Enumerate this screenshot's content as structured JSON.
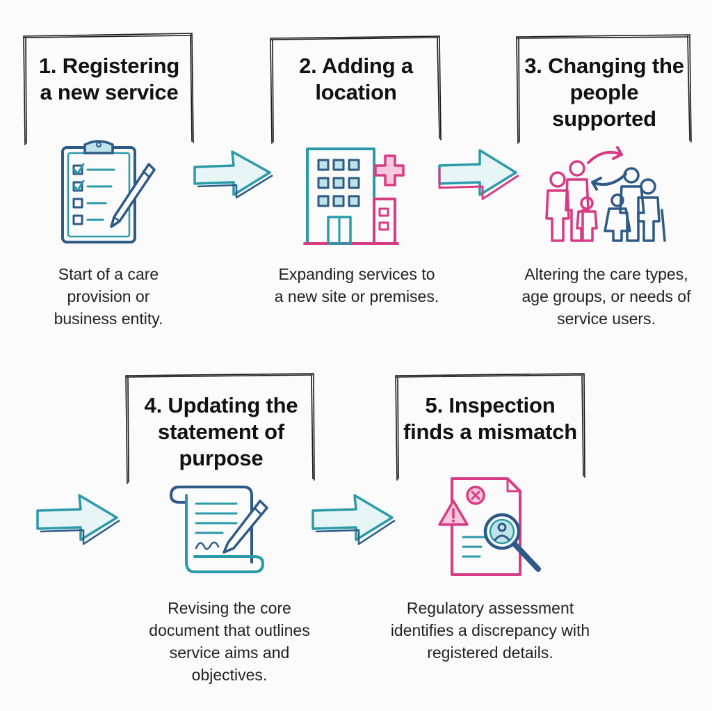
{
  "steps": [
    {
      "title": "1. Registering a new service",
      "description": "Start of a care provision or business entity."
    },
    {
      "title": "2. Adding a location",
      "description": "Expanding services to a new site or premises."
    },
    {
      "title": "3. Changing the people supported",
      "description": "Altering the care types, age groups, or needs of service users."
    },
    {
      "title": "4. Updating the statement of purpose",
      "description": "Revising the core document that outlines service aims and objectives."
    },
    {
      "title": "5. Inspection finds a mismatch",
      "description": "Regulatory assessment identifies a discrepancy with registered details."
    }
  ],
  "colors": {
    "teal": "#2a9aa8",
    "navy": "#2d5a86",
    "pink": "#d63b84",
    "ink": "#1a1a1a"
  },
  "icons": [
    "clipboard-checklist-icon",
    "building-plus-icon",
    "people-swap-icon",
    "scroll-pen-icon",
    "document-warning-magnifier-icon"
  ]
}
